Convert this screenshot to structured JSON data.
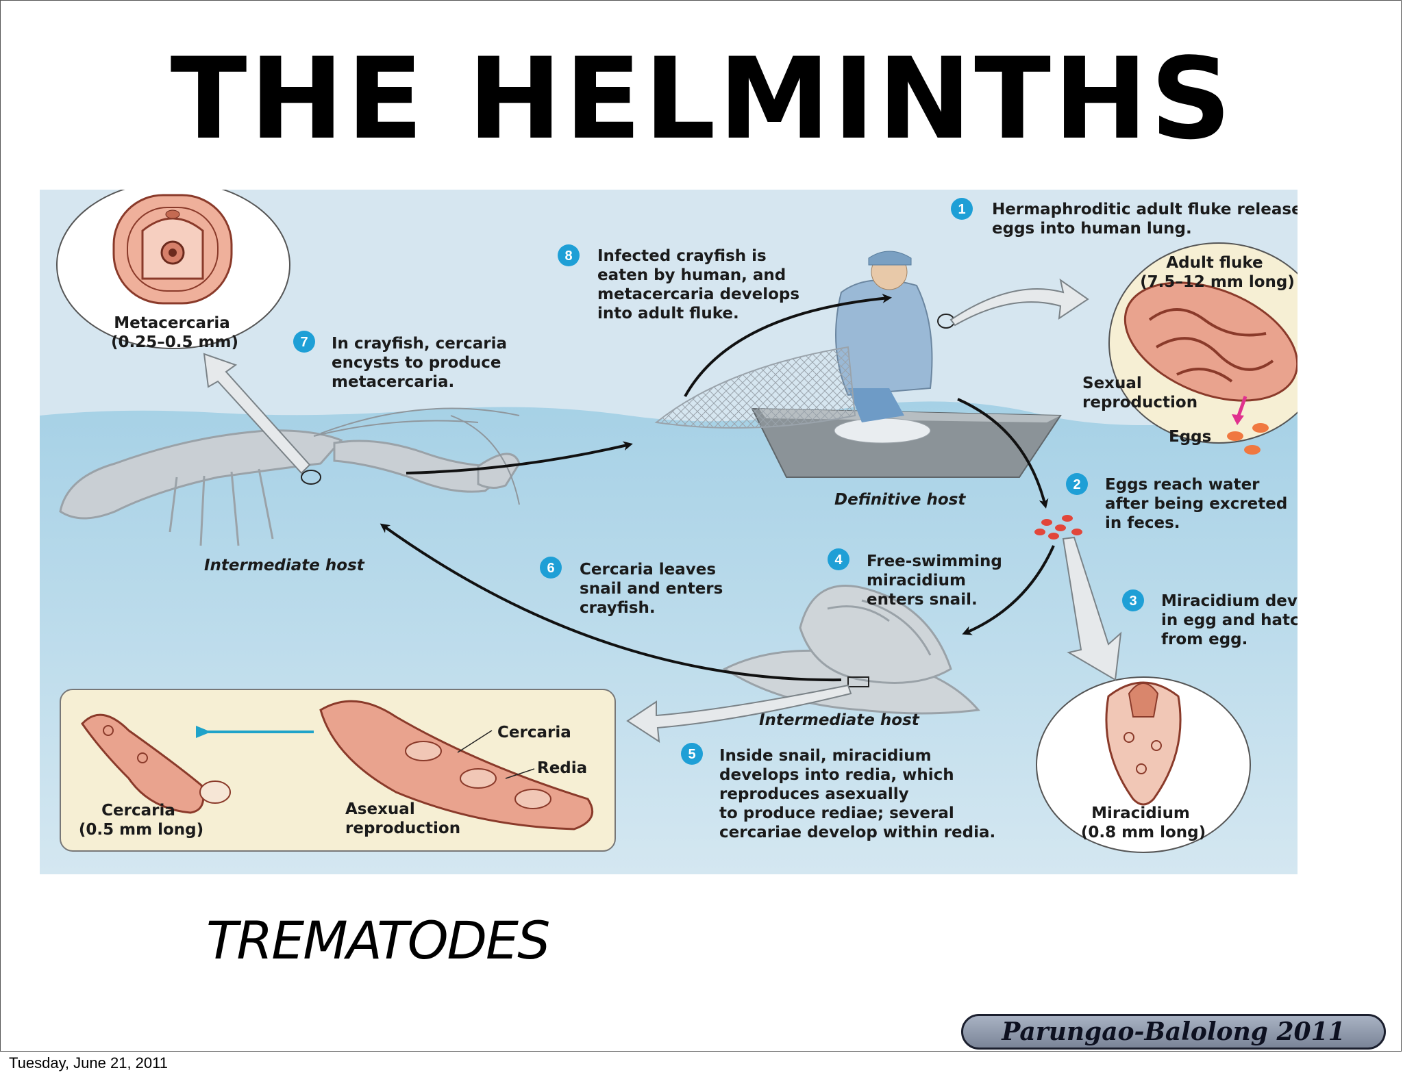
{
  "slide": {
    "title": "THE HELMINTHS",
    "subtitle": "TREMATODES",
    "credit": "Parungao-Balolong 2011",
    "date": "Tuesday, June 21, 2011"
  },
  "diagram": {
    "colors": {
      "sky": "#d6e6f0",
      "water": "#a8d2e6",
      "badge": "#1e9fd6",
      "tissue": "#e9a38e",
      "parchment": "#f6efd4"
    },
    "steps": [
      {
        "number": "1",
        "lines": [
          "Hermaphroditic adult fluke releases",
          "eggs into human lung."
        ]
      },
      {
        "number": "2",
        "lines": [
          "Eggs reach water",
          "after being excreted",
          "in feces."
        ]
      },
      {
        "number": "3",
        "lines": [
          "Miracidium develops",
          "in egg and hatches",
          "from egg."
        ]
      },
      {
        "number": "4",
        "lines": [
          "Free-swimming",
          "miracidium",
          "enters snail."
        ]
      },
      {
        "number": "5",
        "lines": [
          "Inside snail, miracidium",
          "develops into redia, which",
          "reproduces asexually",
          "to produce rediae; several",
          "cercariae develop within redia."
        ]
      },
      {
        "number": "6",
        "lines": [
          "Cercaria leaves",
          "snail and enters",
          "crayfish."
        ]
      },
      {
        "number": "7",
        "lines": [
          "In crayfish, cercaria",
          "encysts to produce",
          "metacercaria."
        ]
      },
      {
        "number": "8",
        "lines": [
          "Infected crayfish is",
          "eaten by human, and",
          "metacercaria develops",
          "into adult fluke."
        ]
      }
    ],
    "labels": {
      "definitive_host": "Definitive host",
      "intermediate_host_crayfish": "Intermediate host",
      "intermediate_host_snail": "Intermediate host",
      "metacercaria": [
        "Metacercaria",
        "(0.25–0.5 mm)"
      ],
      "adult_fluke": [
        "Adult fluke",
        "(7.5–12 mm long)"
      ],
      "sexual_reproduction": [
        "Sexual",
        "reproduction"
      ],
      "eggs": "Eggs",
      "miracidium": [
        "Miracidium",
        "(0.8 mm long)"
      ],
      "cercaria_size": [
        "Cercaria",
        "(0.5 mm long)"
      ],
      "asexual_reproduction": [
        "Asexual",
        "reproduction"
      ],
      "cercaria": "Cercaria",
      "redia": "Redia"
    }
  }
}
